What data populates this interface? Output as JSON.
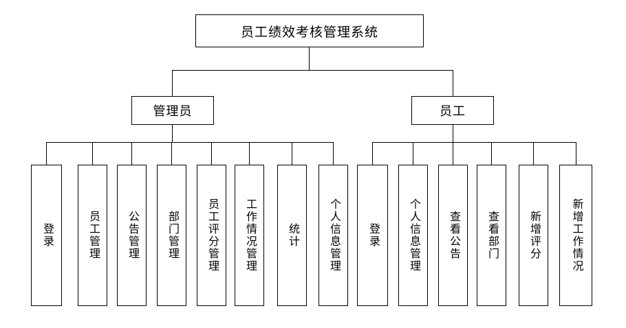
{
  "diagram": {
    "type": "tree",
    "title": "员工绩效考核管理系统",
    "root": {
      "label": "员工绩效考核管理系统"
    },
    "branches": [
      {
        "label": "管理员",
        "leaves": [
          {
            "label": "登录"
          },
          {
            "label": "员工管理"
          },
          {
            "label": "公告管理"
          },
          {
            "label": "部门管理"
          },
          {
            "label": "员工评分管理"
          },
          {
            "label": "工作情况管理"
          },
          {
            "label": "统计"
          },
          {
            "label": "个人信息管理"
          }
        ]
      },
      {
        "label": "员工",
        "leaves": [
          {
            "label": "登录"
          },
          {
            "label": "个人信息管理"
          },
          {
            "label": "查看公告"
          },
          {
            "label": "查看部门"
          },
          {
            "label": "新增评分"
          },
          {
            "label": "新增工作情况"
          }
        ]
      }
    ],
    "colors": {
      "stroke": "#000000",
      "fill": "#ffffff",
      "text": "#000000"
    }
  }
}
